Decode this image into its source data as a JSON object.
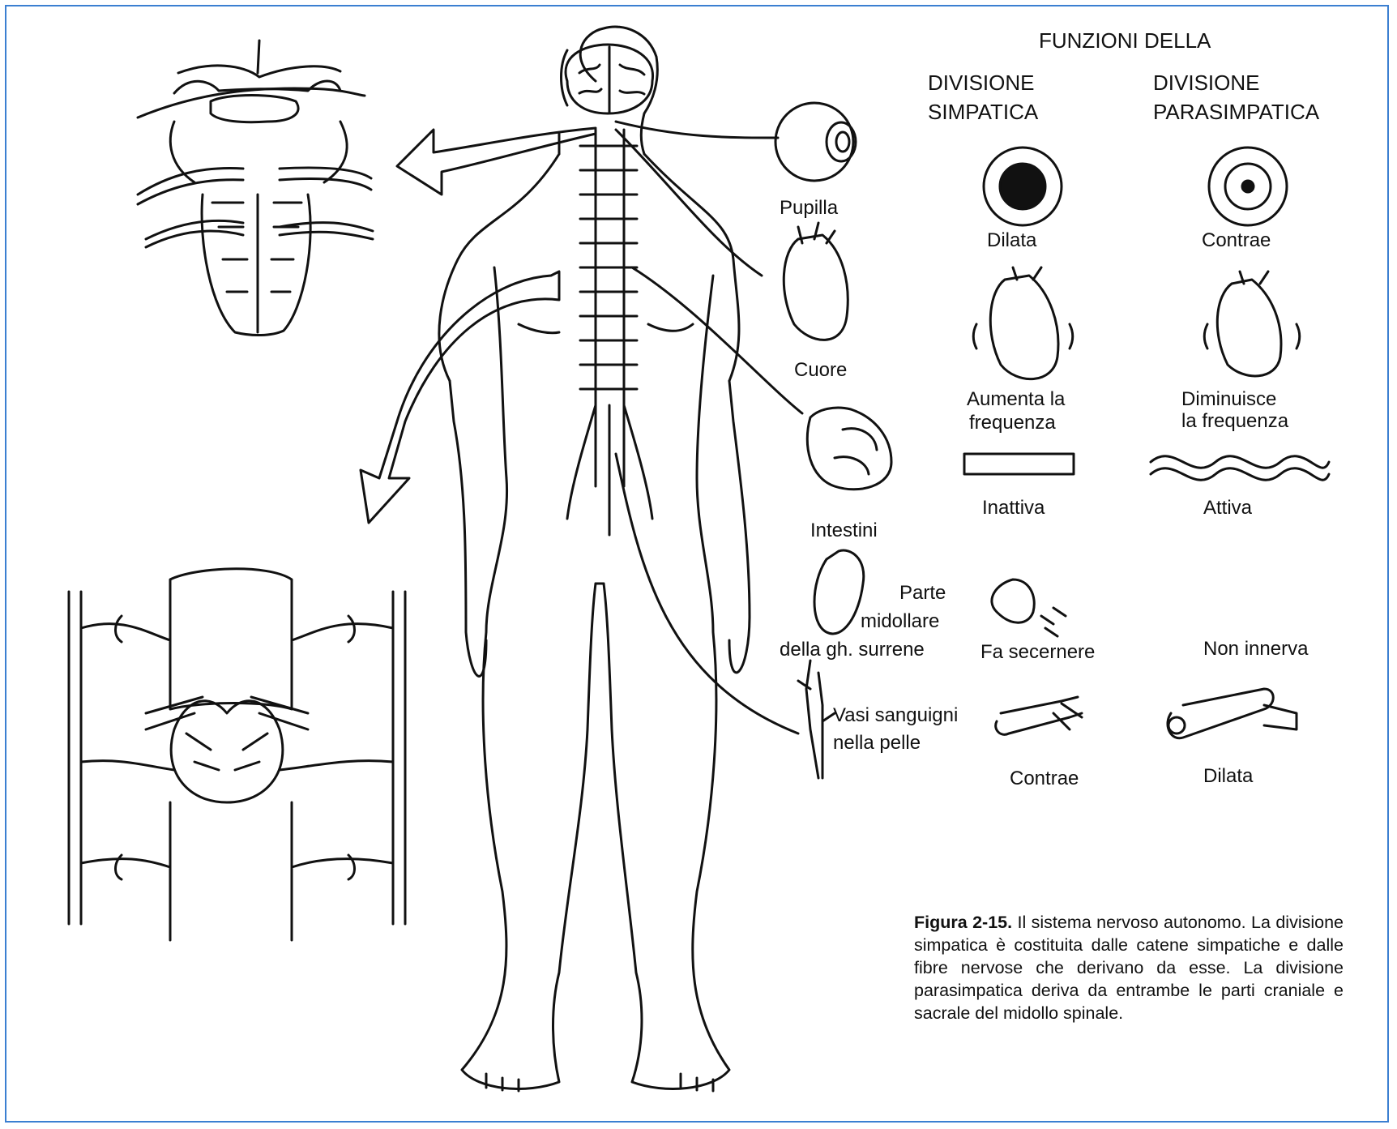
{
  "header": {
    "title": "FUNZIONI DELLA",
    "col_simpatica": [
      "DIVISIONE",
      "SIMPATICA"
    ],
    "col_parasimpatica": [
      "DIVISIONE",
      "PARASIMPATICA"
    ]
  },
  "organs": {
    "pupilla": "Pupilla",
    "cuore": "Cuore",
    "intestini": "Intestini",
    "surrene": [
      "Parte",
      "midollare",
      "della gh. surrene"
    ],
    "vasi": [
      "Vasi sanguigni",
      "nella pelle"
    ]
  },
  "simpatica": {
    "pupilla": "Dilata",
    "cuore": [
      "Aumenta la",
      "frequenza"
    ],
    "intestini": "Inattiva",
    "surrene": "Fa secernere",
    "vasi": "Contrae"
  },
  "parasimpatica": {
    "pupilla": "Contrae",
    "cuore": [
      "Diminuisce",
      "la frequenza"
    ],
    "intestini": "Attiva",
    "surrene": "Non innerva",
    "vasi": "Dilata"
  },
  "caption": {
    "label": "Figura 2-15.",
    "text": " Il sistema nervoso autonomo. La divisione simpatica è costituita dalle catene simpatiche e dalle fibre nervose che derivano da esse. La divisione parasimpatica deriva da entrambe le parti craniale e sacrale del midollo spinale."
  },
  "colors": {
    "frame": "#3b7fd1",
    "ink": "#111111"
  }
}
